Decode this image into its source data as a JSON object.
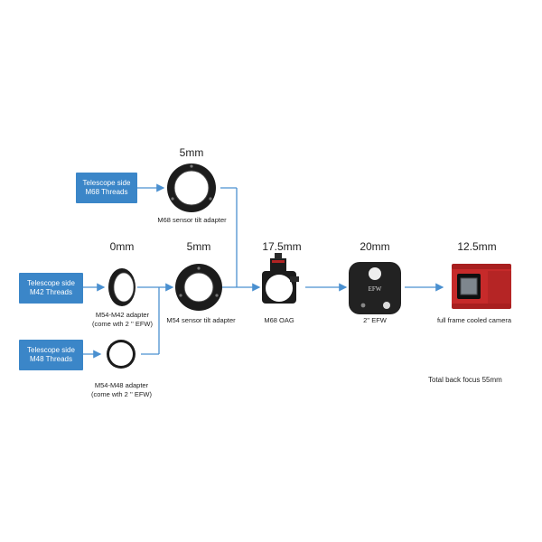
{
  "boxes": {
    "m68": {
      "line1": "Telescope side",
      "line2": "M68 Threads"
    },
    "m42": {
      "line1": "Telescope side",
      "line2": "M42 Threads"
    },
    "m48": {
      "line1": "Telescope side",
      "line2": "M48 Threads"
    }
  },
  "distances": {
    "tilt_m68": "5mm",
    "adapter_m42": "0mm",
    "tilt_m54": "5mm",
    "oag": "17.5mm",
    "efw": "20mm",
    "camera": "12.5mm"
  },
  "captions": {
    "tilt_m68": "M68 sensor tilt adapter",
    "m54_m42_line1": "M54-M42 adapter",
    "m54_m42_line2": "(come wth 2 '' EFW)",
    "tilt_m54": "M54 sensor tilt adapter",
    "oag": "M68 OAG",
    "efw": "2'' EFW",
    "camera": "full frame cooled camera",
    "m54_m48_line1": "M54-M48 adapter",
    "m54_m48_line2": "(come wth 2 '' EFW)"
  },
  "efw_label": "EFW",
  "total": "Total back focus 55mm",
  "colors": {
    "box": "#3b86c8",
    "arrow": "#4a90d0",
    "camera_red": "#c62a2a",
    "metal": "#1c1c1c"
  }
}
